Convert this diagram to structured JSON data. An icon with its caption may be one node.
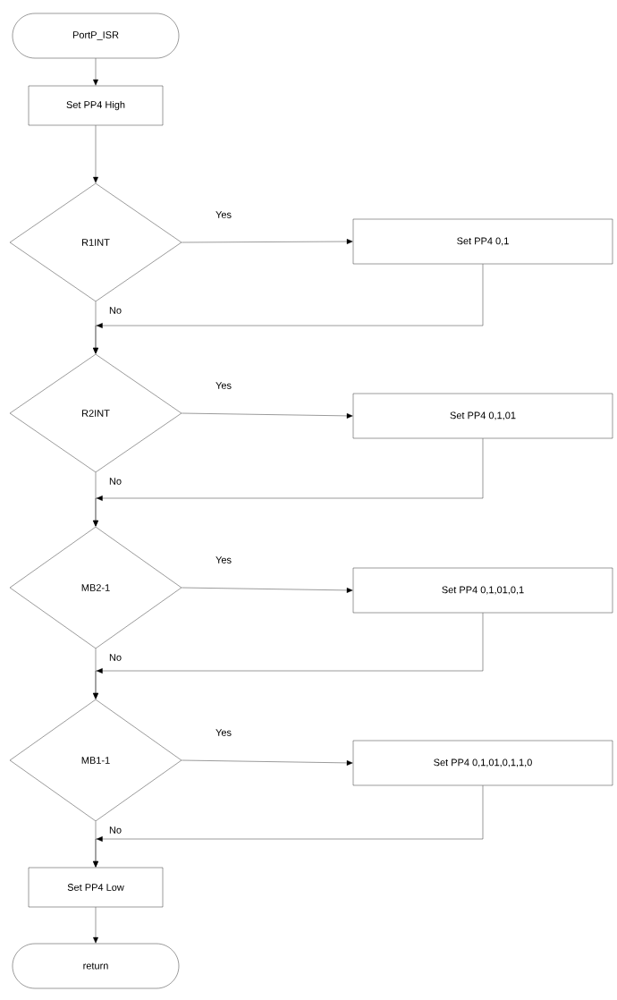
{
  "diagram": {
    "nodes": [
      {
        "text": [
          "PortP_ISR"
        ]
      },
      {
        "text": [
          "Set PP4 High"
        ]
      },
      {
        "text": [
          "R1INT"
        ]
      },
      {
        "text": [
          "Set PP4 0,1"
        ]
      },
      {
        "text": [
          "R2INT"
        ]
      },
      {
        "text": [
          "Set PP4 0,1,01"
        ]
      },
      {
        "text": [
          "MB2-1"
        ]
      },
      {
        "text": [
          "Set PP4 0,1,01,0,1"
        ]
      },
      {
        "text": [
          "MB1-1"
        ]
      },
      {
        "text": [
          "Set PP4 0,1,01,0,1,1,0"
        ]
      },
      {
        "text": [
          "Set PP4 Low"
        ]
      },
      {
        "text": [
          "return"
        ]
      }
    ],
    "edges": [
      {
        "from": 0,
        "to": 1,
        "arrow": "to"
      },
      {
        "from": 1,
        "to": 2,
        "arrow": "to"
      },
      {
        "from": 2,
        "to": 3,
        "arrow": "to",
        "label": "Yes"
      },
      {
        "from": 2,
        "to": 4,
        "arrow": "to",
        "label": "No"
      },
      {
        "from": 3,
        "to": 4,
        "arrow": "to"
      },
      {
        "from": 4,
        "to": 5,
        "arrow": "to",
        "label": "Yes"
      },
      {
        "from": 4,
        "to": 6,
        "arrow": "to",
        "label": "No"
      },
      {
        "from": 5,
        "to": 6,
        "arrow": "to"
      },
      {
        "from": 6,
        "to": 7,
        "arrow": "to",
        "label": "Yes"
      },
      {
        "from": 6,
        "to": 8,
        "arrow": "to",
        "label": "No"
      },
      {
        "from": 7,
        "to": 8,
        "arrow": "to"
      },
      {
        "from": 8,
        "to": 9,
        "arrow": "to",
        "label": "Yes"
      },
      {
        "from": 8,
        "to": 10,
        "arrow": "to",
        "label": "No"
      },
      {
        "from": 9,
        "to": 10,
        "arrow": "to"
      },
      {
        "from": 10,
        "to": 11,
        "arrow": "to"
      }
    ]
  }
}
